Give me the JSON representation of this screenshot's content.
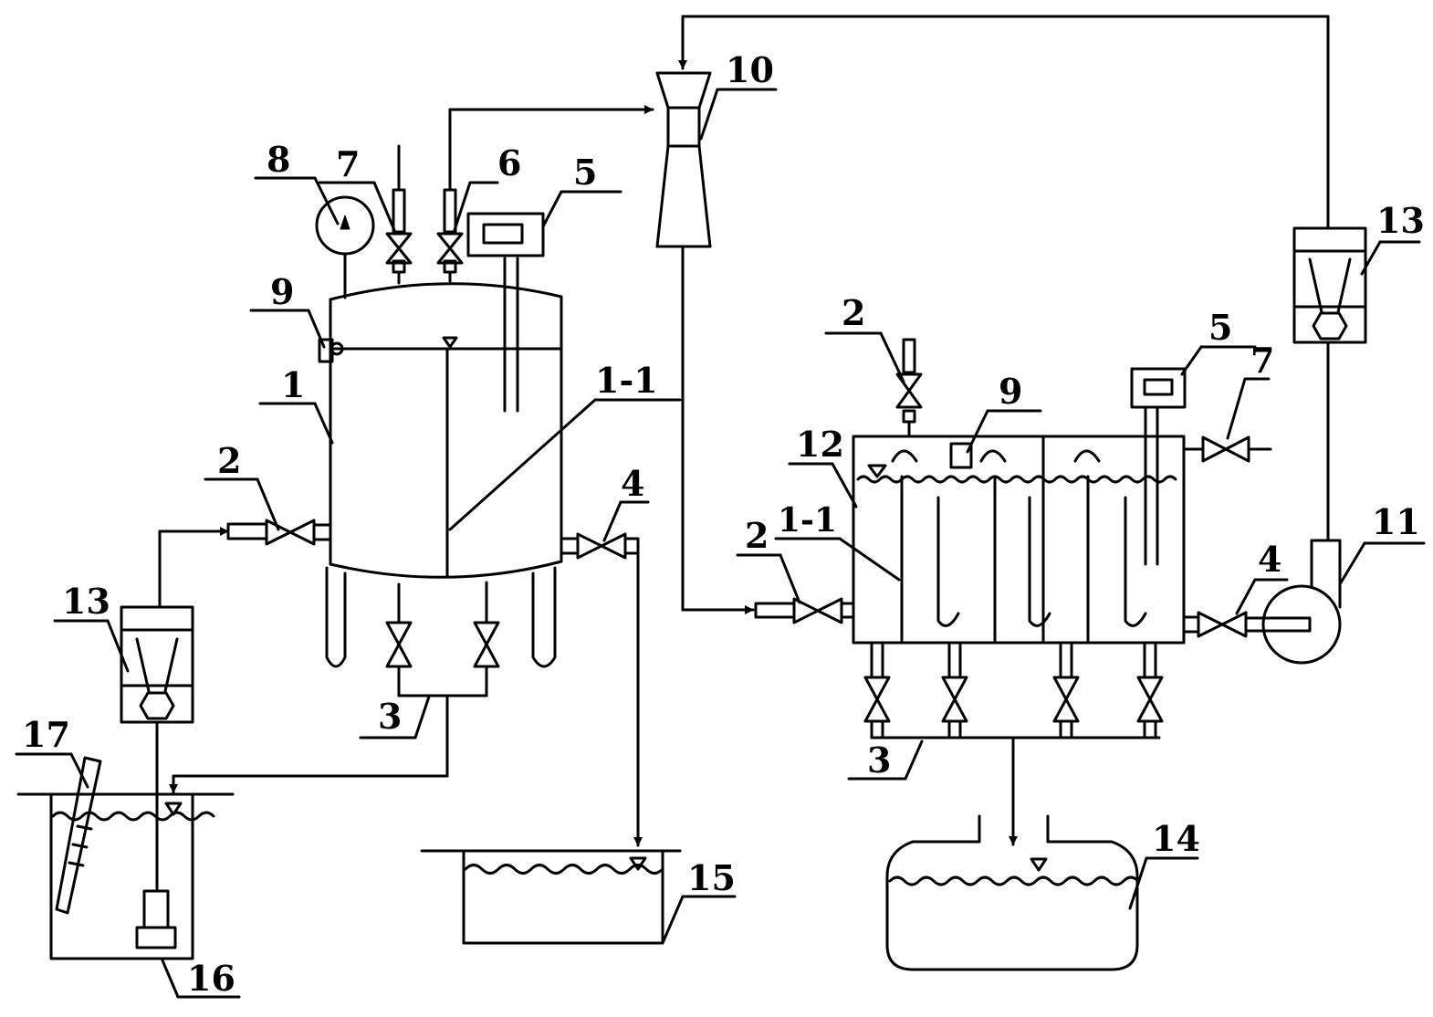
{
  "labels": {
    "tank1": "1",
    "partition_left": "1-1",
    "valve2_left": "2",
    "valve3_left": "3",
    "valve4_left": "4",
    "sensor5_left": "5",
    "valve6": "6",
    "valve7_left": "7",
    "gauge8": "8",
    "level9_left": "9",
    "ejector10": "10",
    "pump11": "11",
    "reactor12": "12",
    "filter13_left": "13",
    "filter13_right": "13",
    "tank14": "14",
    "tank15": "15",
    "sump16": "16",
    "ladder17": "17",
    "valve2_right_top": "2",
    "valve2_right_inlet": "2",
    "partition_right": "1-1",
    "valve3_right": "3",
    "valve4_right": "4",
    "sensor5_right": "5",
    "valve7_right": "7",
    "level9_right": "9"
  }
}
